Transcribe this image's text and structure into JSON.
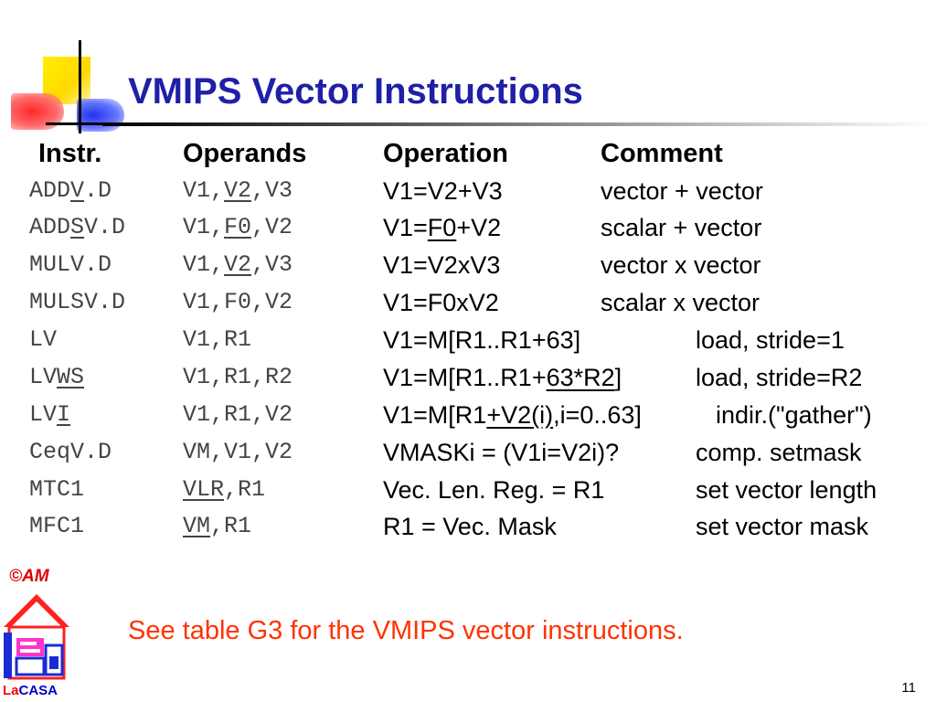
{
  "slide": {
    "title": "VMIPS Vector Instructions",
    "page_number": "11",
    "copyright": "©AM",
    "logo_text_a": "La",
    "logo_text_b": "CASA",
    "footnote": "See table G3 for the VMIPS vector instructions."
  },
  "table": {
    "headers": {
      "instr": "Instr.",
      "operands": "Operands",
      "operation": "Operation",
      "comment": "Comment"
    },
    "rows": [
      {
        "instr": [
          "ADD",
          "V",
          ".D"
        ],
        "operands": [
          "V1,",
          "V2",
          ",V3"
        ],
        "operation": [
          "V1=V2+V3",
          "",
          ""
        ],
        "comment": "vector + vector"
      },
      {
        "instr": [
          "ADD",
          "S",
          "V.D"
        ],
        "operands": [
          "V1,",
          "F0",
          ",V2"
        ],
        "operation": [
          "V1=",
          "F0",
          "+V2"
        ],
        "comment": "scalar + vector"
      },
      {
        "instr": [
          "MULV.D",
          "",
          ""
        ],
        "operands": [
          "V1,",
          "V2",
          ",V3"
        ],
        "operation": [
          "V1=V2xV3",
          "",
          ""
        ],
        "comment": "vector x vector"
      },
      {
        "instr": [
          "MULSV.D",
          "",
          ""
        ],
        "operands": [
          "V1,F0,V2",
          "",
          ""
        ],
        "operation": [
          "V1=F0xV2",
          "",
          ""
        ],
        "comment": "scalar x vector"
      },
      {
        "instr": [
          "LV",
          "",
          ""
        ],
        "operands": [
          "V1,R1",
          "",
          ""
        ],
        "operation": [
          "V1=M[R1..R1+63]",
          "",
          ""
        ],
        "comment": "load, stride=1"
      },
      {
        "instr": [
          "LV",
          "WS",
          ""
        ],
        "operands": [
          "V1,R1,R2",
          "",
          ""
        ],
        "operation": [
          "V1=M[R1..R1+",
          "63*R2",
          "]"
        ],
        "comment": "load, stride=R2"
      },
      {
        "instr": [
          "LV",
          "I",
          ""
        ],
        "operands": [
          "V1,R1,V2",
          "",
          ""
        ],
        "operation": [
          "V1=M[R1",
          "+V2(i)",
          ",i=0..63]"
        ],
        "comment": "indir.(\"gather\")"
      },
      {
        "instr": [
          "CeqV.D",
          "",
          ""
        ],
        "operands": [
          "VM,V1,V2",
          "",
          ""
        ],
        "operation": [
          "VMASKi = (V1i=V2i)?",
          "",
          ""
        ],
        "comment": "comp. setmask"
      },
      {
        "instr": [
          "MTC1",
          "",
          ""
        ],
        "operands": [
          "",
          "VLR",
          ",R1"
        ],
        "operation": [
          "Vec. Len. Reg. = R1",
          "",
          ""
        ],
        "comment": "set vector length"
      },
      {
        "instr": [
          "MFC1",
          "",
          ""
        ],
        "operands": [
          "",
          "VM",
          ",R1"
        ],
        "operation": [
          "R1 = Vec. Mask",
          "",
          ""
        ],
        "comment": "set vector mask"
      }
    ]
  },
  "colors": {
    "title": "#1f1fa8",
    "footnote": "#ff3300",
    "mono_text": "#444444"
  }
}
